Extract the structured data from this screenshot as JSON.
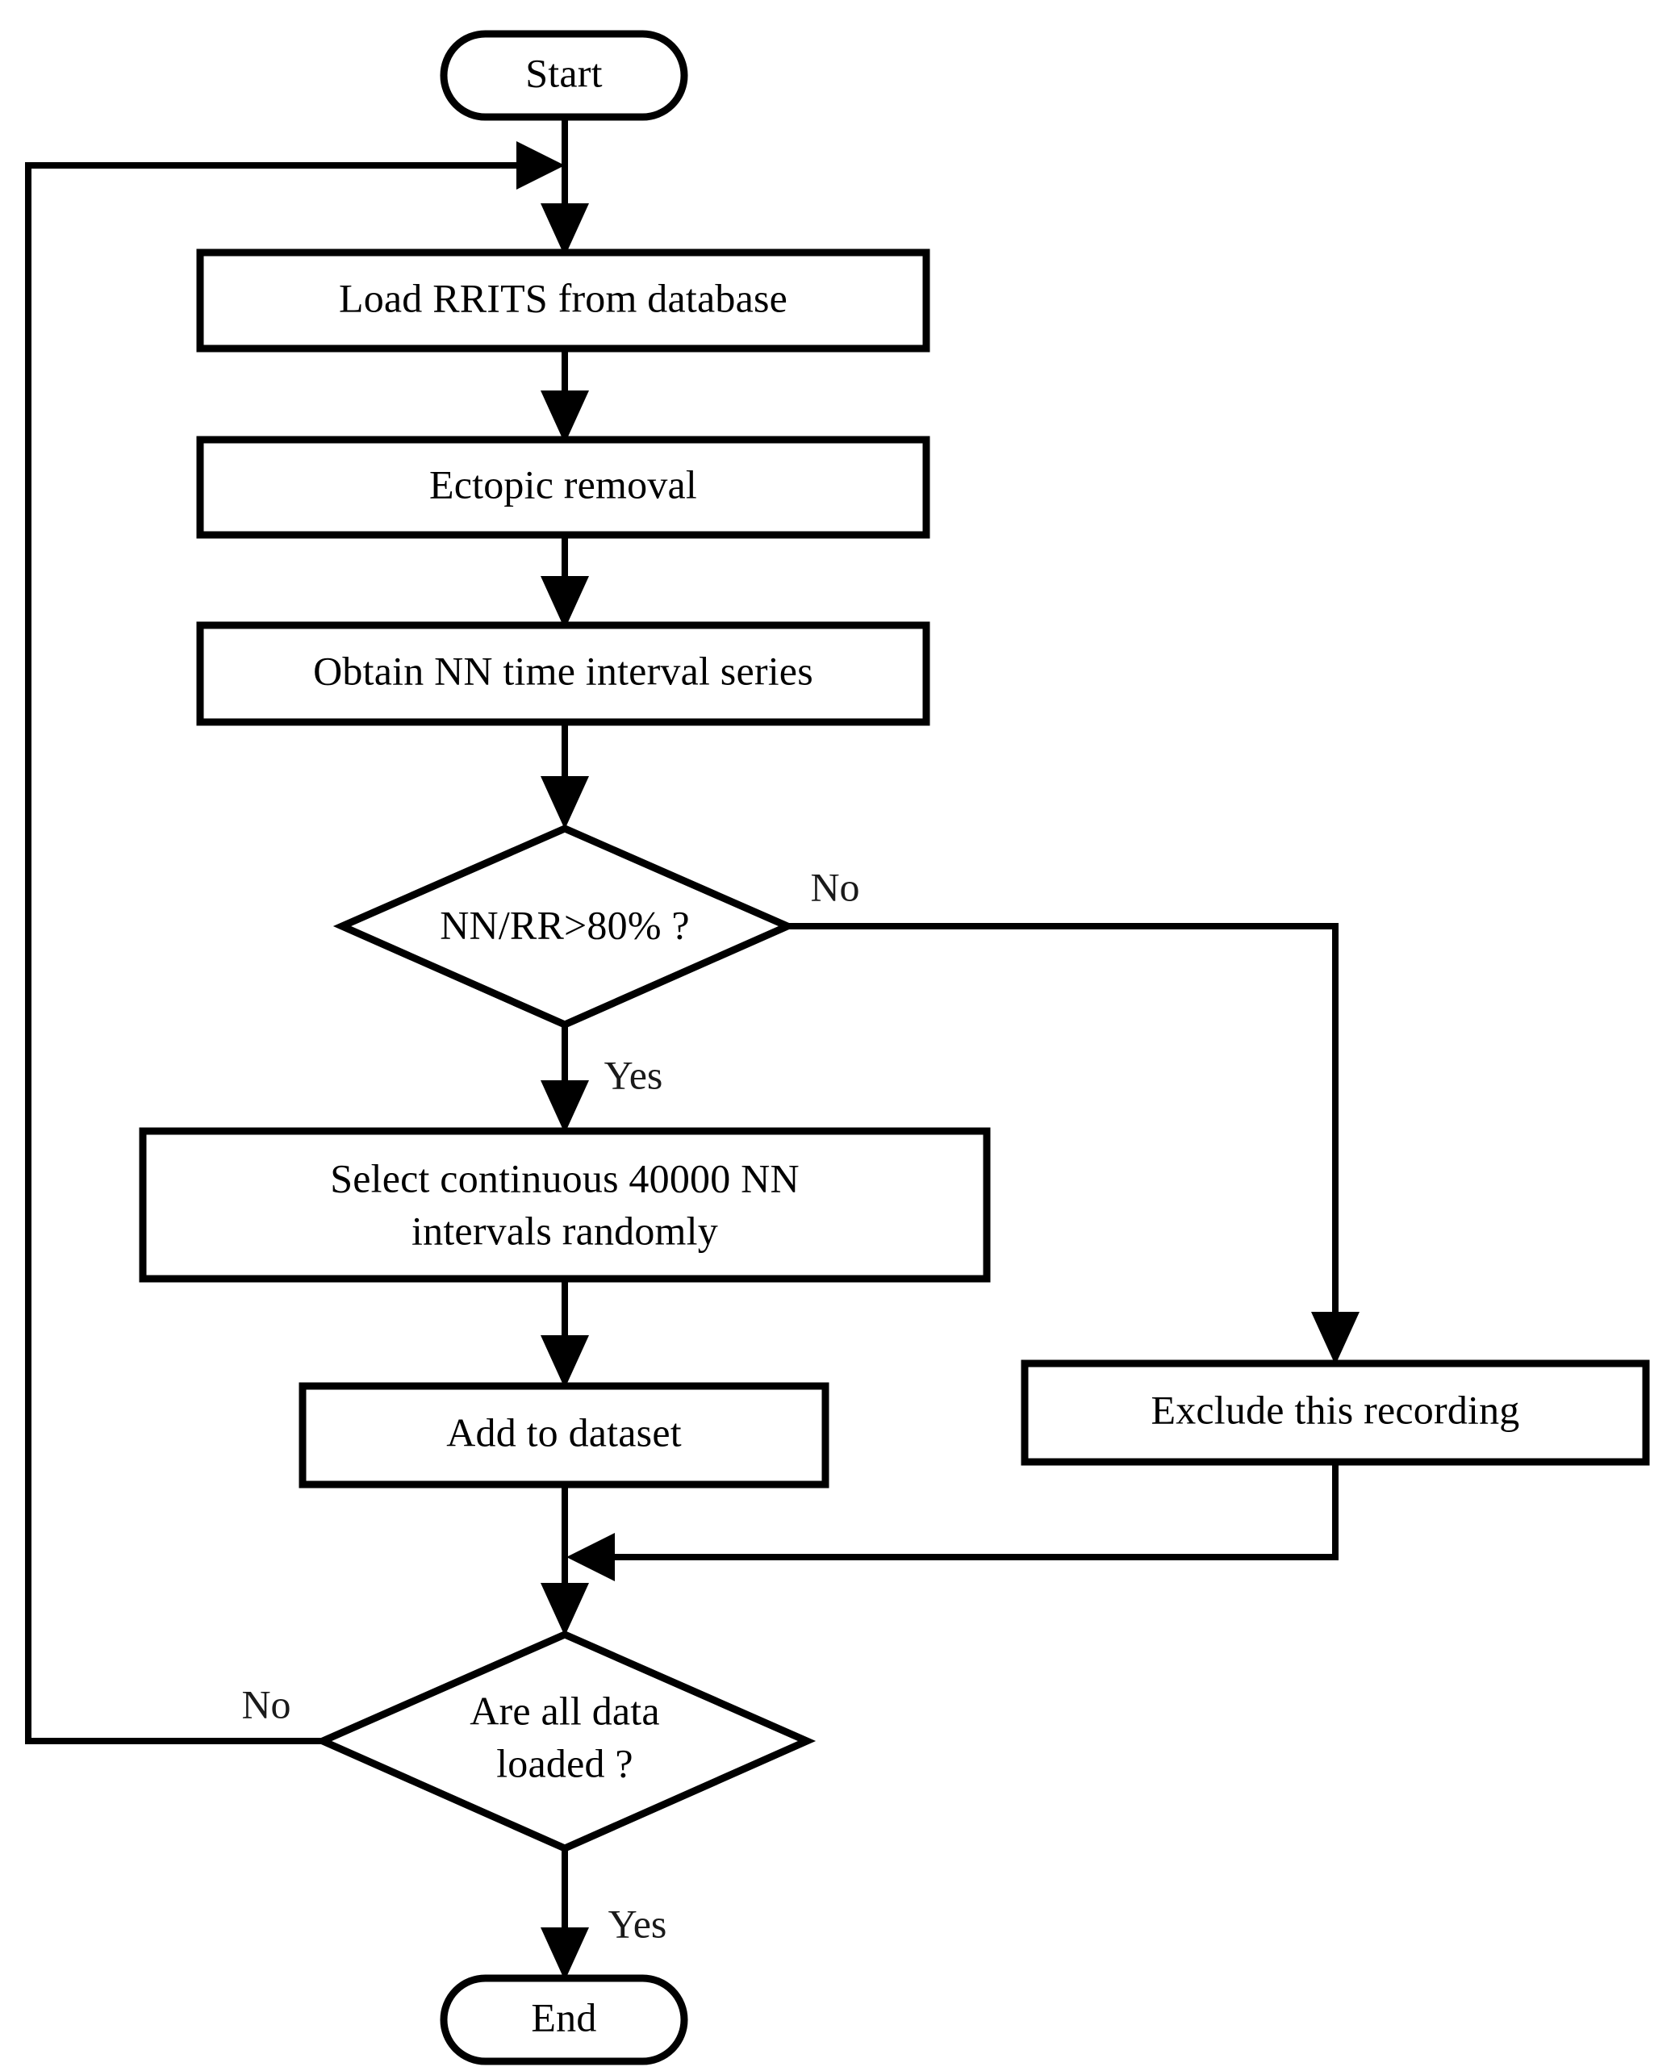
{
  "diagram": {
    "type": "flowchart",
    "title": "RRITS preprocessing and dataset construction flowchart",
    "orientation": "top-to-bottom",
    "background_color": "#ffffff",
    "line_color": "#000000",
    "text_color": "#000000"
  },
  "nodes": {
    "start": {
      "label": "Start",
      "shape": "terminator"
    },
    "load_rrits": {
      "label": "Load RRITS from database",
      "shape": "process"
    },
    "ectopic_removal": {
      "label": "Ectopic removal",
      "shape": "process"
    },
    "obtain_nn": {
      "label": "Obtain NN time interval series",
      "shape": "process"
    },
    "decision_ratio": {
      "label": "NN/RR>80%  ?",
      "shape": "decision"
    },
    "select_intervals": {
      "label_line1": "Select continuous 40000 NN",
      "label_line2": "intervals randomly",
      "shape": "process"
    },
    "add_to_dataset": {
      "label": "Add to dataset",
      "shape": "process"
    },
    "exclude_recording": {
      "label": "Exclude this recording",
      "shape": "process"
    },
    "decision_all_loaded": {
      "label_line1": "Are all data",
      "label_line2": "loaded ?",
      "shape": "decision"
    },
    "end": {
      "label": "End",
      "shape": "terminator"
    }
  },
  "edge_labels": {
    "ratio_no": "No",
    "ratio_yes": "Yes",
    "all_loaded_no": "No",
    "all_loaded_yes": "Yes"
  },
  "edges": [
    {
      "from": "start",
      "to": "load_rrits",
      "label": ""
    },
    {
      "from": "load_rrits",
      "to": "ectopic_removal",
      "label": ""
    },
    {
      "from": "ectopic_removal",
      "to": "obtain_nn",
      "label": ""
    },
    {
      "from": "obtain_nn",
      "to": "decision_ratio",
      "label": ""
    },
    {
      "from": "decision_ratio",
      "to": "select_intervals",
      "label": "Yes"
    },
    {
      "from": "decision_ratio",
      "to": "exclude_recording",
      "label": "No"
    },
    {
      "from": "select_intervals",
      "to": "add_to_dataset",
      "label": ""
    },
    {
      "from": "add_to_dataset",
      "to": "decision_all_loaded",
      "label": ""
    },
    {
      "from": "exclude_recording",
      "to": "decision_all_loaded",
      "label": ""
    },
    {
      "from": "decision_all_loaded",
      "to": "load_rrits",
      "label": "No"
    },
    {
      "from": "decision_all_loaded",
      "to": "end",
      "label": "Yes"
    }
  ]
}
